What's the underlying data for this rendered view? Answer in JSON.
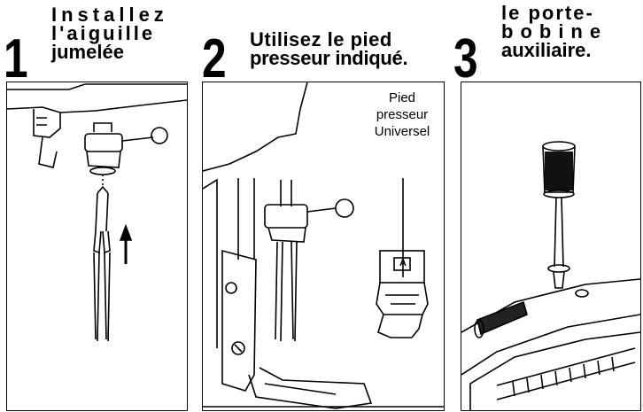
{
  "steps": [
    {
      "number": "1",
      "title_lines": [
        "Installez",
        "l'aiguille",
        "jumelée"
      ],
      "illustration": "twin-needle-installation"
    },
    {
      "number": "2",
      "title_lines": [
        "Utilisez le pied",
        "presseur indiqué."
      ],
      "illustration": "presser-foot",
      "callout_lines": [
        "Pied",
        "presseur",
        "Universel"
      ],
      "foot_letter": "A"
    },
    {
      "number": "3",
      "title_lines": [
        "le porte-",
        "bobine",
        "auxiliaire."
      ],
      "illustration": "auxiliary-spool-pin"
    }
  ]
}
